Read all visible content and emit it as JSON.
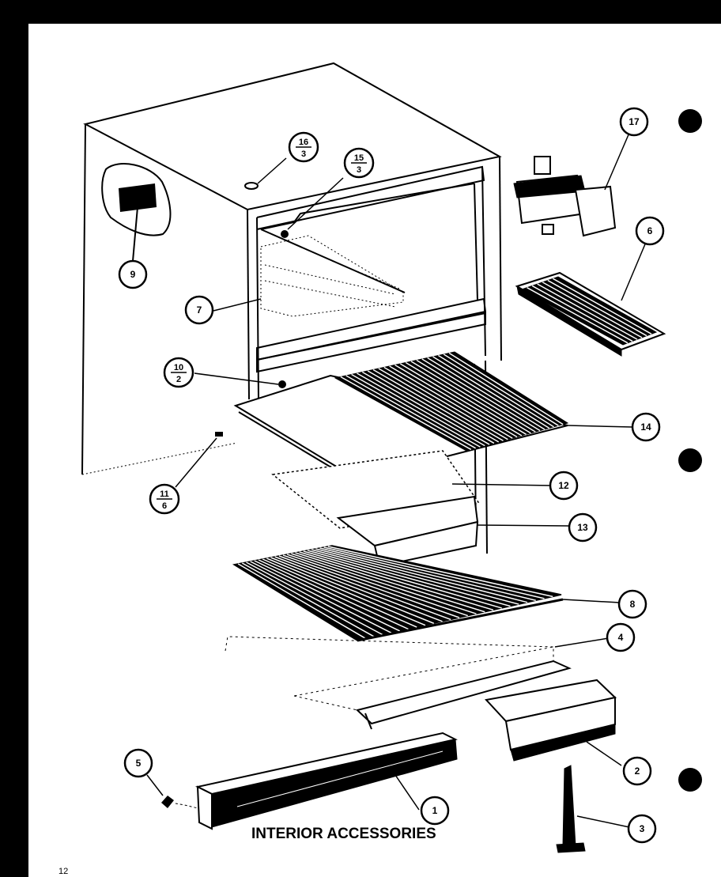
{
  "caption": "INTERIOR ACCESSORIES",
  "page_number": "12",
  "colors": {
    "ink": "#000000",
    "paper": "#ffffff",
    "background": "#000000"
  },
  "callouts": [
    {
      "id": "c1",
      "label": "1"
    },
    {
      "id": "c2",
      "label": "2"
    },
    {
      "id": "c3",
      "label": "3"
    },
    {
      "id": "c4",
      "label": "4"
    },
    {
      "id": "c5",
      "label": "5"
    },
    {
      "id": "c6",
      "label": "6"
    },
    {
      "id": "c7",
      "label": "7"
    },
    {
      "id": "c8",
      "label": "8"
    },
    {
      "id": "c9",
      "label": "9"
    },
    {
      "id": "c12",
      "label": "12"
    },
    {
      "id": "c13",
      "label": "13"
    },
    {
      "id": "c14",
      "label": "14"
    },
    {
      "id": "c17",
      "label": "17"
    },
    {
      "id": "f16",
      "label": "16",
      "sub": "3"
    },
    {
      "id": "f15",
      "label": "15",
      "sub": "3"
    },
    {
      "id": "f10",
      "label": "10",
      "sub": "2"
    },
    {
      "id": "f11",
      "label": "11",
      "sub": "6"
    }
  ]
}
